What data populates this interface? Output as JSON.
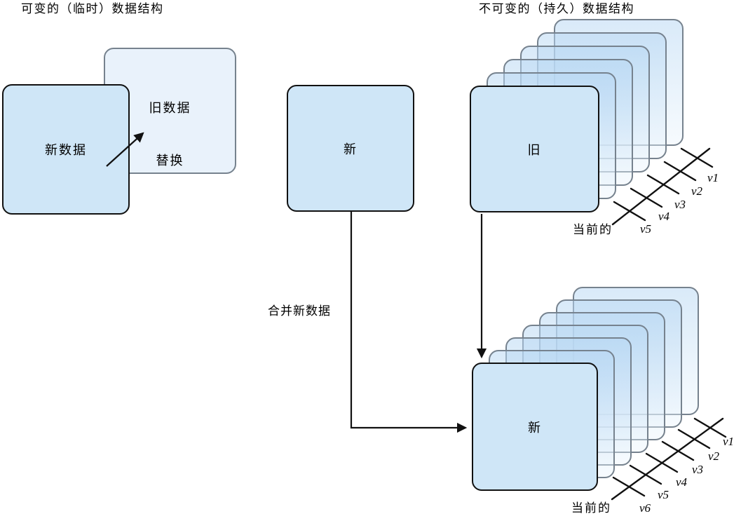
{
  "titles": {
    "mutable": "可变的（临时）数据结构",
    "immutable": "不可变的（持久）数据结构"
  },
  "mutable_group": {
    "new_box_label": "新数据",
    "old_box_label": "旧数据",
    "replace_label": "替换"
  },
  "merge_group": {
    "new_box_label": "新",
    "arrow_label": "合并新数据"
  },
  "old_stack": {
    "front_label": "旧",
    "versions": [
      "v1",
      "v2",
      "v3",
      "v4",
      "v5"
    ],
    "current_label": "当前的"
  },
  "new_stack": {
    "front_label": "新",
    "versions": [
      "v1",
      "v2",
      "v3",
      "v4",
      "v5",
      "v6"
    ],
    "current_label": "当前的"
  },
  "colors": {
    "front_fill": "#cfe6f7",
    "pale_fill": "#e9f2fb",
    "back_fill": "#d9eaf8",
    "border_gray": "#76828e",
    "line_black": "#111111"
  }
}
